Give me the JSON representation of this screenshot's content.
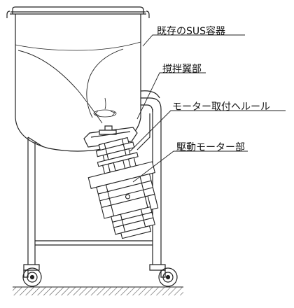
{
  "labels": {
    "vessel": "既存のSUS容器",
    "impeller": "撹拌翼部",
    "motor_rail": "モーター取付ヘルール",
    "drive_motor": "駆動モーター部"
  }
}
